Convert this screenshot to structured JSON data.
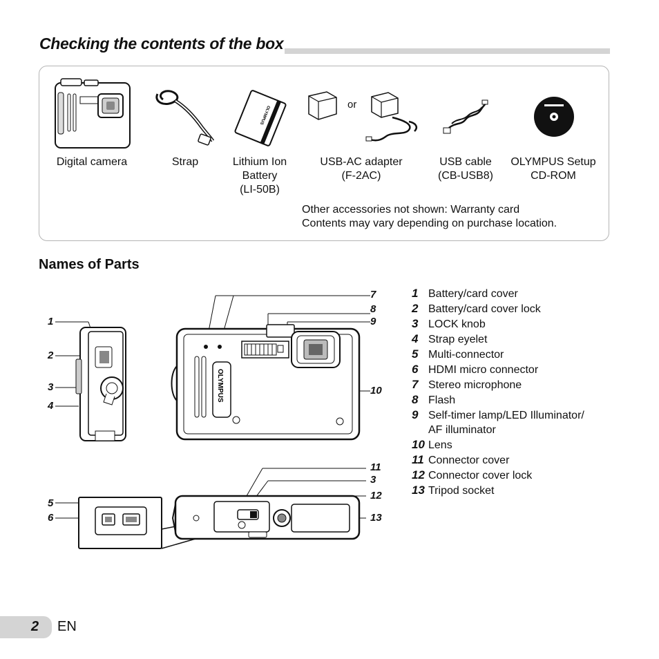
{
  "header": {
    "title": "Checking the contents of the box"
  },
  "box": {
    "items": [
      {
        "label": "Digital camera"
      },
      {
        "label": "Strap"
      },
      {
        "label": "Lithium Ion\nBattery\n(LI-50B)"
      },
      {
        "label": "USB-AC adapter\n(F-2AC)"
      },
      {
        "label": "USB cable\n(CB-USB8)"
      },
      {
        "label": "OLYMPUS Setup\nCD-ROM"
      }
    ],
    "or_text": "or",
    "battery_brand": "OLYMPUS",
    "notes": [
      "Other accessories not shown: Warranty card",
      "Contents may vary depending on purchase location."
    ]
  },
  "names_of_parts": {
    "heading": "Names of Parts",
    "parts": [
      {
        "num": "1",
        "label": "Battery/card cover"
      },
      {
        "num": "2",
        "label": "Battery/card cover lock"
      },
      {
        "num": "3",
        "label": "LOCK knob"
      },
      {
        "num": "4",
        "label": "Strap eyelet"
      },
      {
        "num": "5",
        "label": "Multi-connector"
      },
      {
        "num": "6",
        "label": "HDMI micro connector"
      },
      {
        "num": "7",
        "label": "Stereo microphone"
      },
      {
        "num": "8",
        "label": "Flash"
      },
      {
        "num": "9",
        "label": "Self-timer lamp/LED Illuminator/\nAF illuminator"
      },
      {
        "num": "10",
        "label": "Lens"
      },
      {
        "num": "11",
        "label": "Connector cover"
      },
      {
        "num": "12",
        "label": "Connector cover lock"
      },
      {
        "num": "13",
        "label": "Tripod socket"
      }
    ],
    "callouts": {
      "side": [
        "1",
        "2",
        "3",
        "4"
      ],
      "front": [
        "7",
        "8",
        "9",
        "10"
      ],
      "connector": [
        "5",
        "6"
      ],
      "bottom": [
        "11",
        "3",
        "12",
        "13"
      ]
    },
    "camera_brand": "OLYMPUS"
  },
  "footer": {
    "page_number": "2",
    "language": "EN"
  }
}
